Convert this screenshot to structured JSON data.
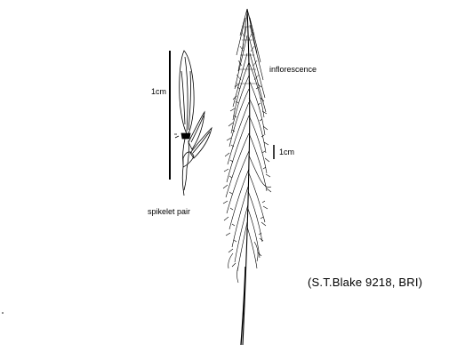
{
  "labels": {
    "inflorescence": "inflorescence",
    "scale_spikelet": "1cm",
    "scale_inflorescence": "1cm",
    "spikelet_pair": "spikelet pair",
    "voucher": "(S.T.Blake 9218, BRI)"
  },
  "illustrations": {
    "inflorescence": "grass-panicle-drawing",
    "spikelet": "spikelet-pair-drawing"
  },
  "colors": {
    "ink": "#000000",
    "background": "#ffffff"
  }
}
